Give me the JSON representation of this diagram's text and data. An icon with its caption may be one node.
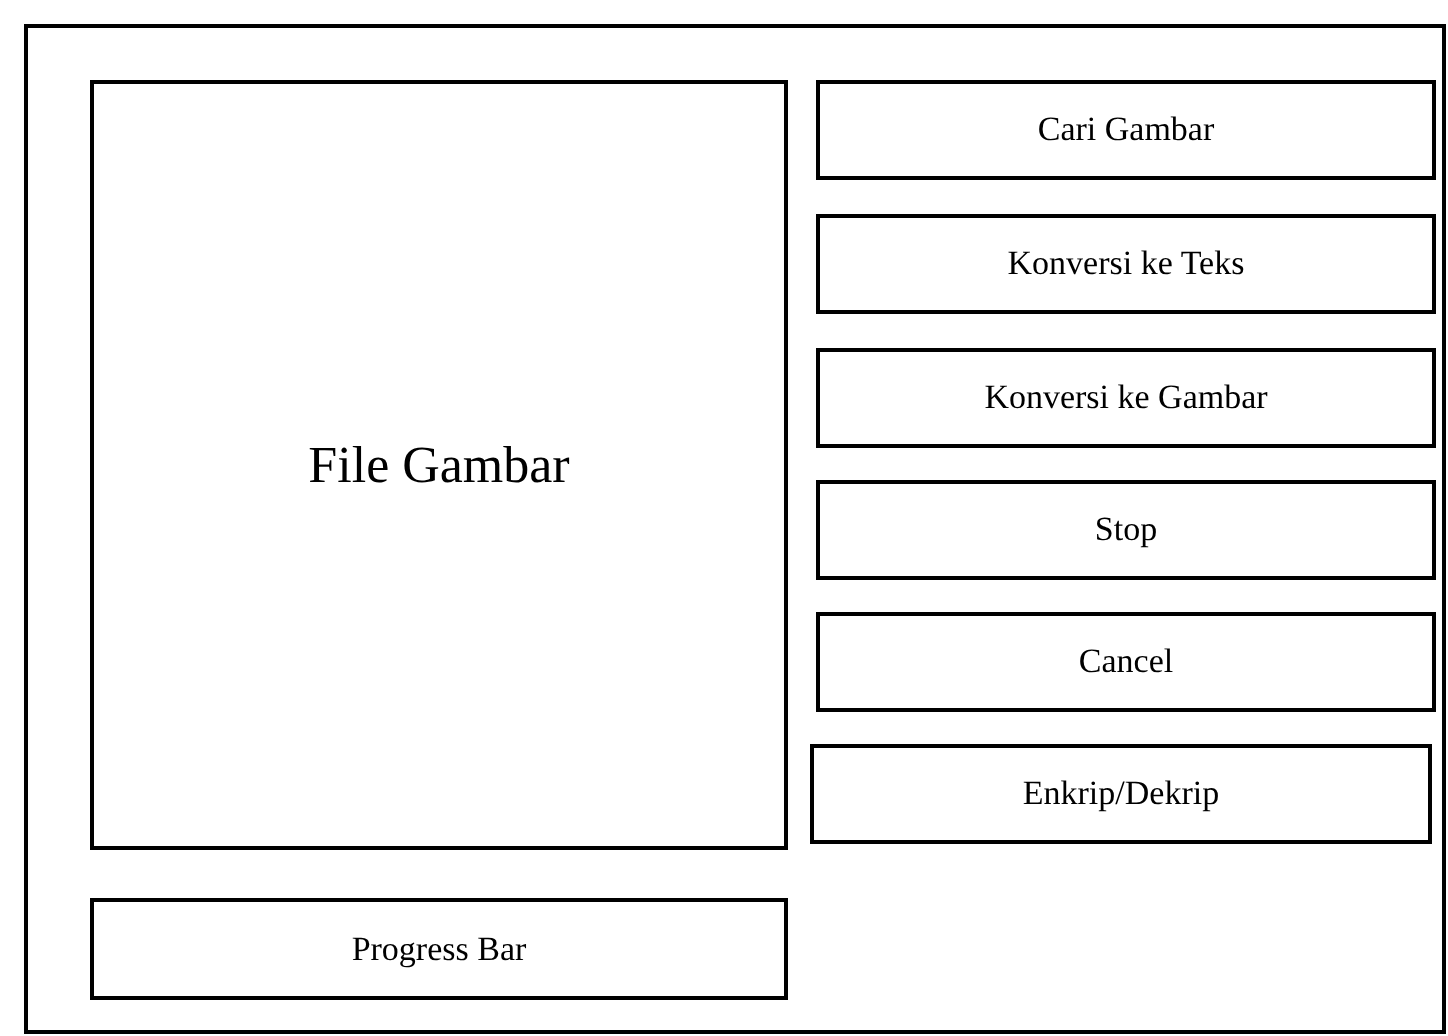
{
  "diagram": {
    "nodes": [
      {
        "text": [],
        "shape": "box"
      },
      {
        "text": [
          "File Gambar"
        ],
        "in": 0
      },
      {
        "text": [
          "Cari Gambar"
        ],
        "in": 0
      },
      {
        "text": [
          "Konversi ke Teks"
        ],
        "in": 0
      },
      {
        "text": [
          "Konversi ke Gambar"
        ],
        "in": 0
      },
      {
        "text": [
          "Stop"
        ],
        "in": 0
      },
      {
        "text": [
          "Cancel"
        ],
        "in": 0
      },
      {
        "text": [
          "Enkrip/Dekrip"
        ],
        "in": 0
      },
      {
        "text": [
          "Progress Bar"
        ],
        "in": 0
      }
    ]
  }
}
